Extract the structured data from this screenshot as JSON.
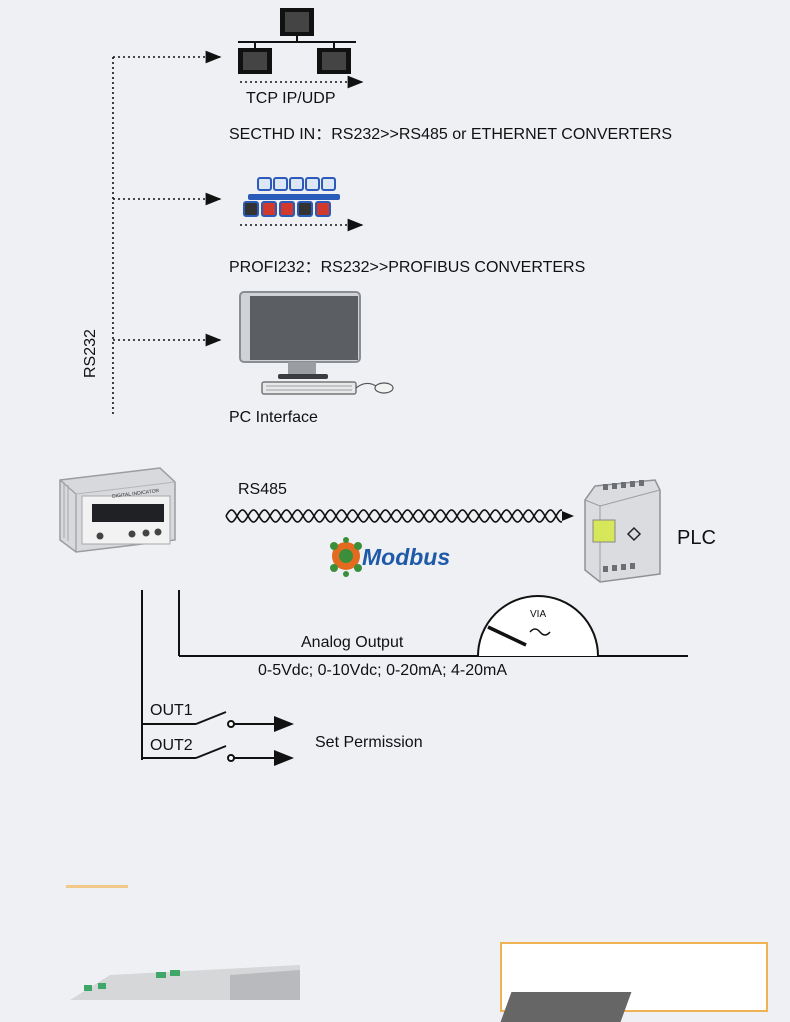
{
  "labels": {
    "tcp": "TCP IP/UDP",
    "secthd": "SECTHD IN：RS232>>RS485 or ETHERNET CONVERTERS",
    "profi": "PROFI232：RS232>>PROFIBUS CONVERTERS",
    "pc": "PC Interface",
    "rs232": "RS232",
    "rs485": "RS485",
    "plc": "PLC",
    "modbus": "Modbus",
    "analog_output": "Analog Output",
    "analog_ranges": "0-5Vdc; 0-10Vdc; 0-20mA; 4-20mA",
    "via": "VIA",
    "out1": "OUT1",
    "out2": "OUT2",
    "set_permission": "Set Permission"
  },
  "device_text": {
    "indicator_title": "DIGITAL INDICATOR"
  },
  "colors": {
    "background": "#eef0f4",
    "accent": "#f3c98b",
    "modbus_blue": "#1f5aa8",
    "profibus_blue": "#2a5bb8",
    "profibus_red": "#d0392b"
  }
}
